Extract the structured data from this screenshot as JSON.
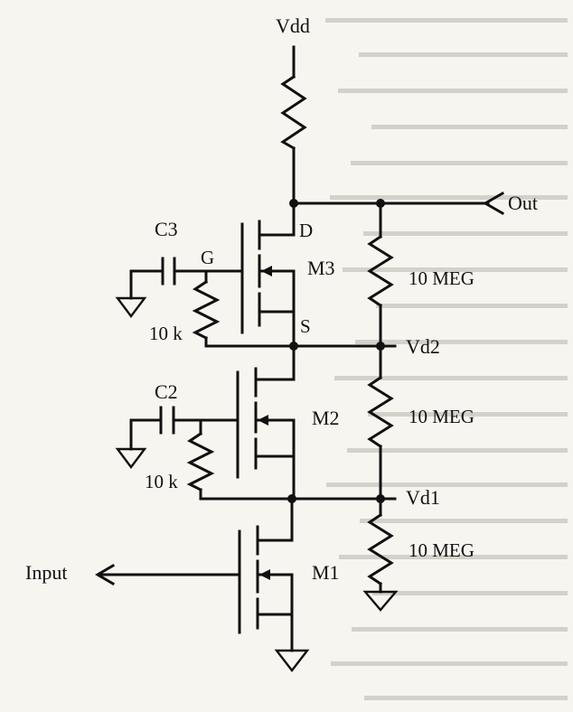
{
  "labels": {
    "vdd": "Vdd",
    "out": "Out",
    "input": "Input",
    "m1": "M1",
    "m2": "M2",
    "m3": "M3",
    "c2": "C2",
    "c3": "C3",
    "g": "G",
    "d": "D",
    "s": "S",
    "r_gate_m3": "10 k",
    "r_gate_m2": "10 k",
    "vd1": "Vd1",
    "vd2": "Vd2",
    "r_div_top": "10 MEG",
    "r_div_mid": "10 MEG",
    "r_div_bot": "10 MEG"
  },
  "colors": {
    "ink": "#111111",
    "paper": "#f7f5f0",
    "background_text_lines": "#d4d1ca"
  }
}
